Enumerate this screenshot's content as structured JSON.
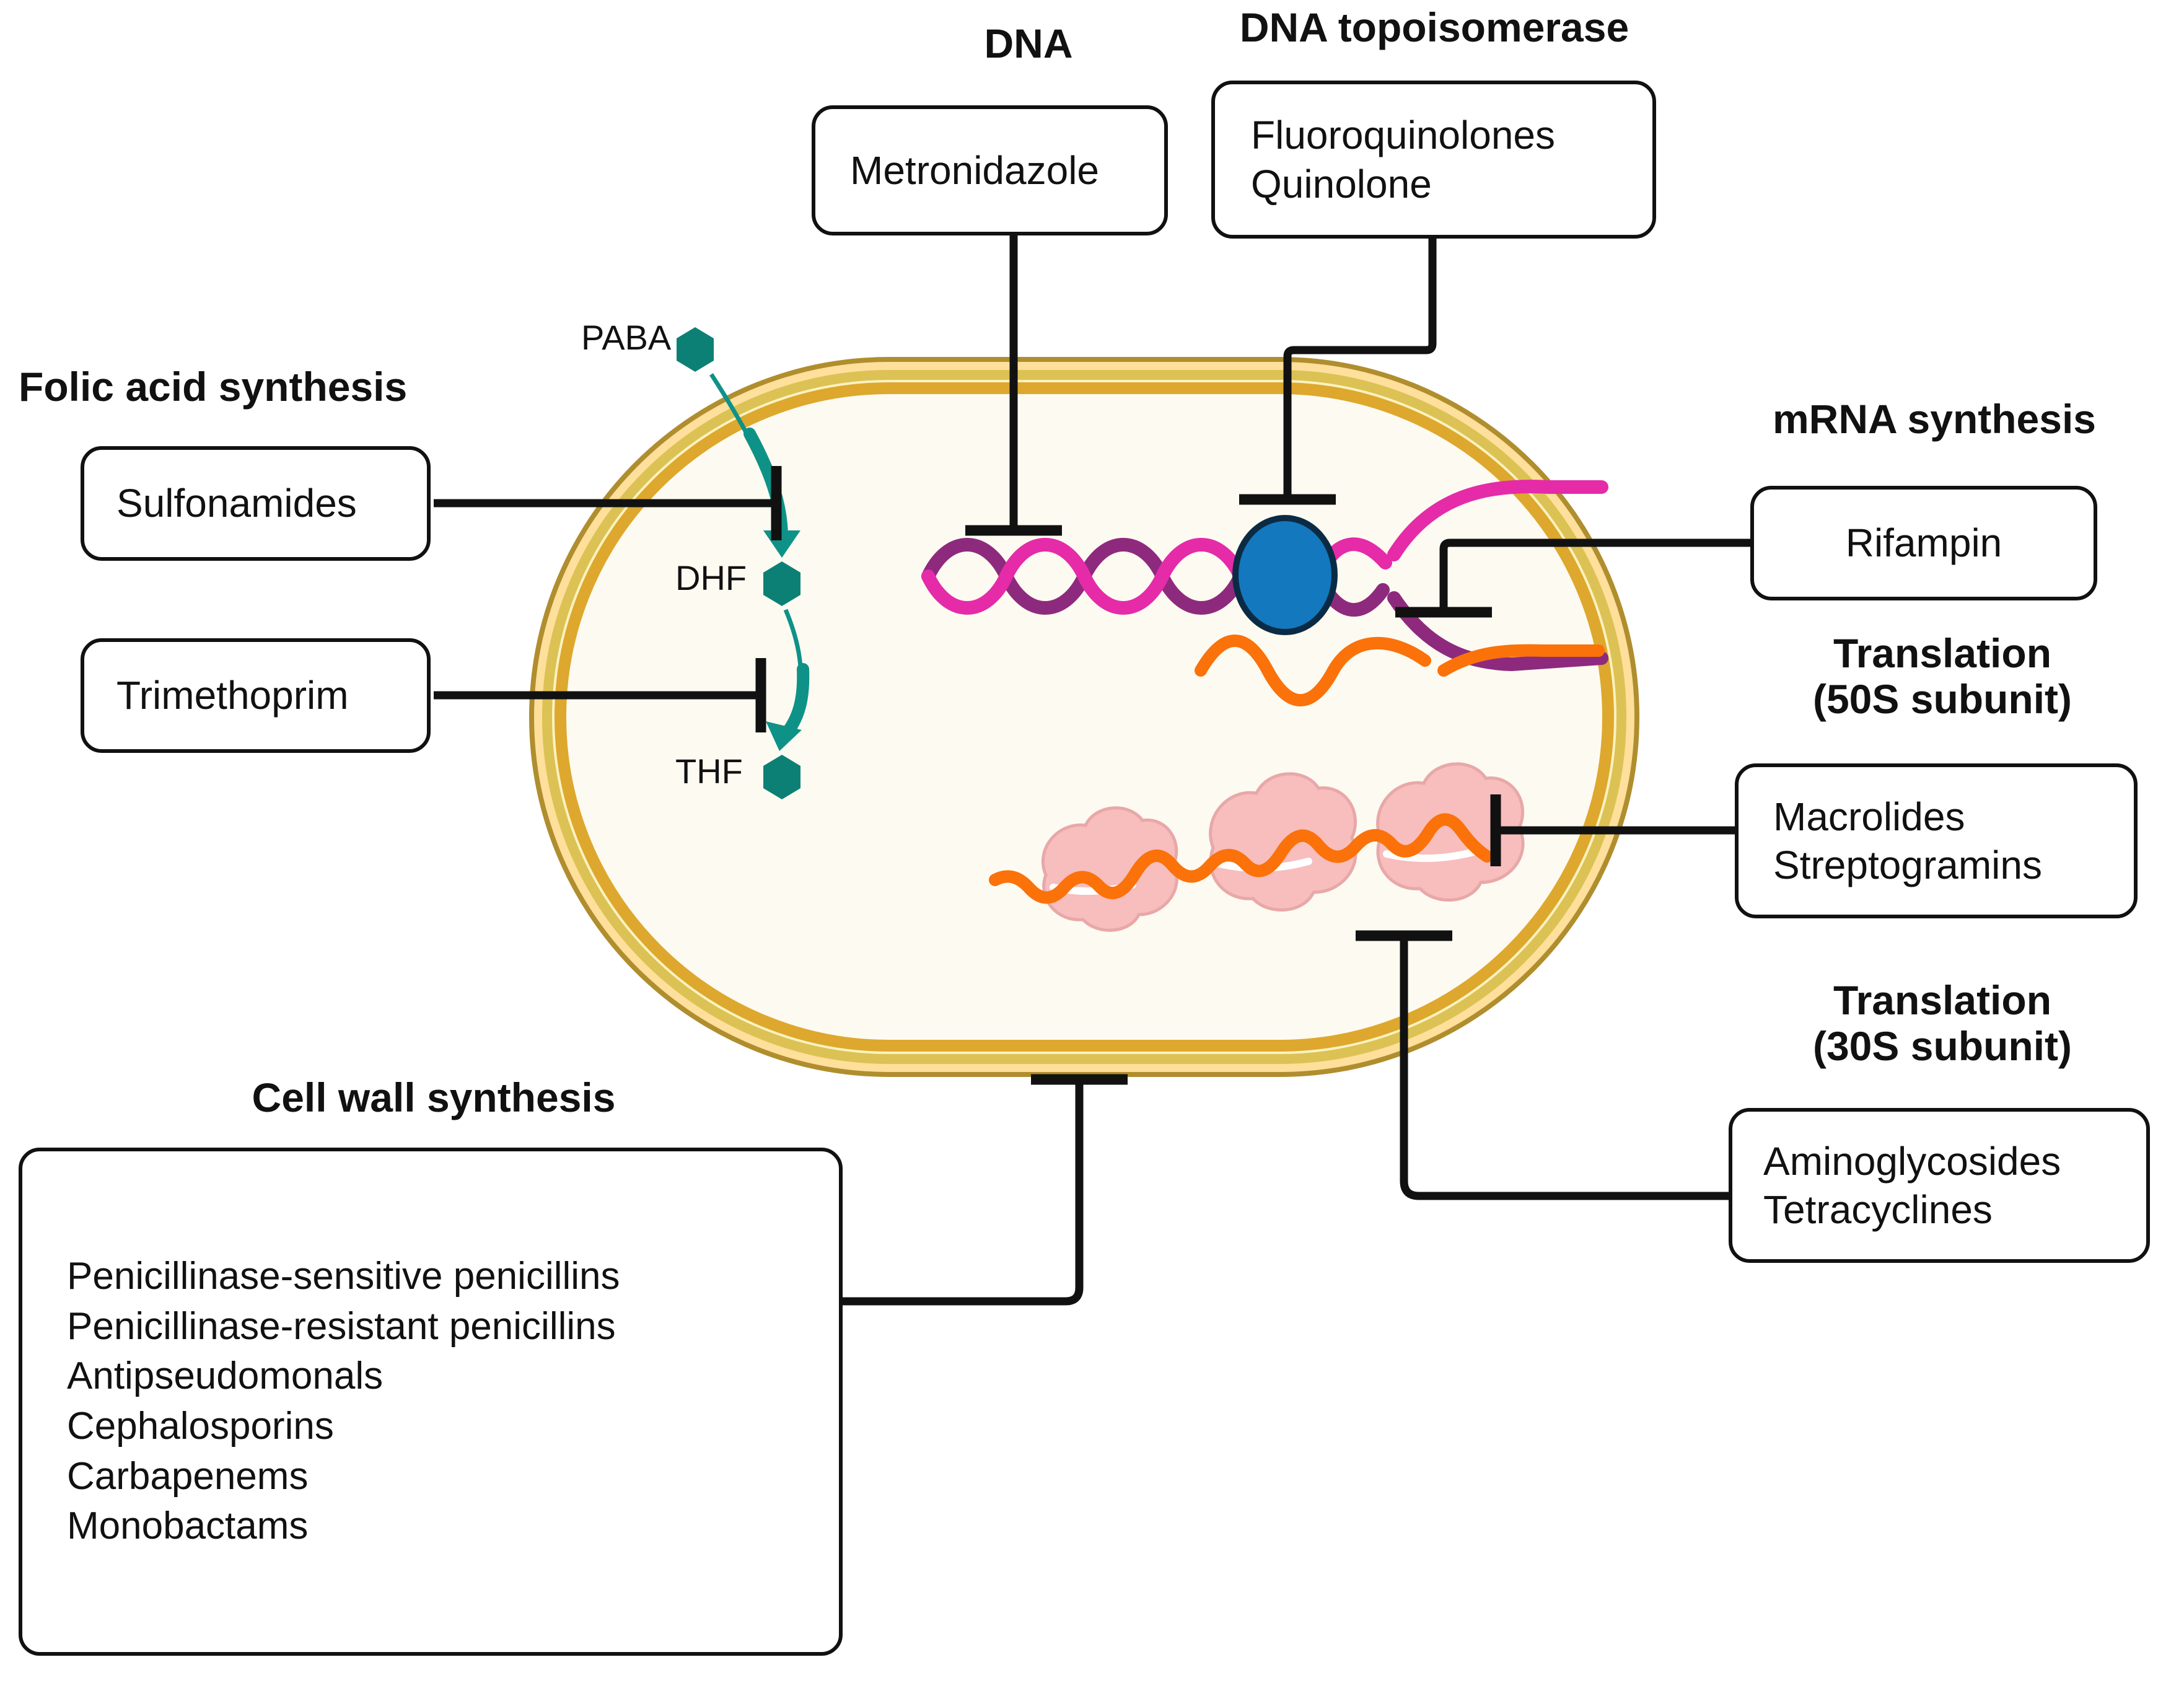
{
  "diagram": {
    "title": "Antibiotic mechanisms of action on a bacterial cell",
    "colors": {
      "cell_interior": "#FDFAF1",
      "cell_wall_outer": "#B08E2E",
      "cell_wall_band_1": "#DDA82D",
      "cell_wall_band_2": "#FBF2C0",
      "cell_wall_band_3": "#DCC254",
      "cell_wall_band_4": "#FEDF9B",
      "dna_strand_light": "#E52BA8",
      "dna_strand_dark": "#8E2A7E",
      "rna_polymerase": "#1378BE",
      "mrna": "#FA7209",
      "ribosome": "#F8BDBD",
      "folate_molecule": "#0D8075",
      "arrow": "#0E9287",
      "connector": "#111111",
      "box_border": "#111111"
    }
  },
  "headings": {
    "dna": "DNA",
    "dna_topoisomerase": "DNA topoisomerase",
    "folic_acid_synthesis": "Folic acid synthesis",
    "mrna_synthesis": "mRNA synthesis",
    "translation_50s_line1": "Translation",
    "translation_50s_line2": "(50S subunit)",
    "translation_30s_line1": "Translation",
    "translation_30s_line2": "(30S subunit)",
    "cell_wall_synthesis": "Cell wall synthesis"
  },
  "molecule_labels": {
    "paba": "PABA",
    "dhf": "DHF",
    "thf": "THF"
  },
  "drug_boxes": {
    "dna": [
      "Metronidazole"
    ],
    "dna_topoisomerase": [
      "Fluoroquinolones",
      "Quinolone"
    ],
    "folic_acid_sulfonamides": [
      "Sulfonamides"
    ],
    "folic_acid_trimethoprim": [
      "Trimethoprim"
    ],
    "mrna_synthesis": [
      "Rifampin"
    ],
    "translation_50s": [
      "Macrolides",
      "Streptogramins"
    ],
    "translation_30s": [
      "Aminoglycosides",
      "Tetracyclines"
    ],
    "cell_wall_synthesis": [
      "Penicillinase-sensitive penicillins",
      "Penicillinase-resistant penicillins",
      "Antipseudomonals",
      "Cephalosporins",
      "Carbapenems",
      "Monobactams"
    ]
  }
}
